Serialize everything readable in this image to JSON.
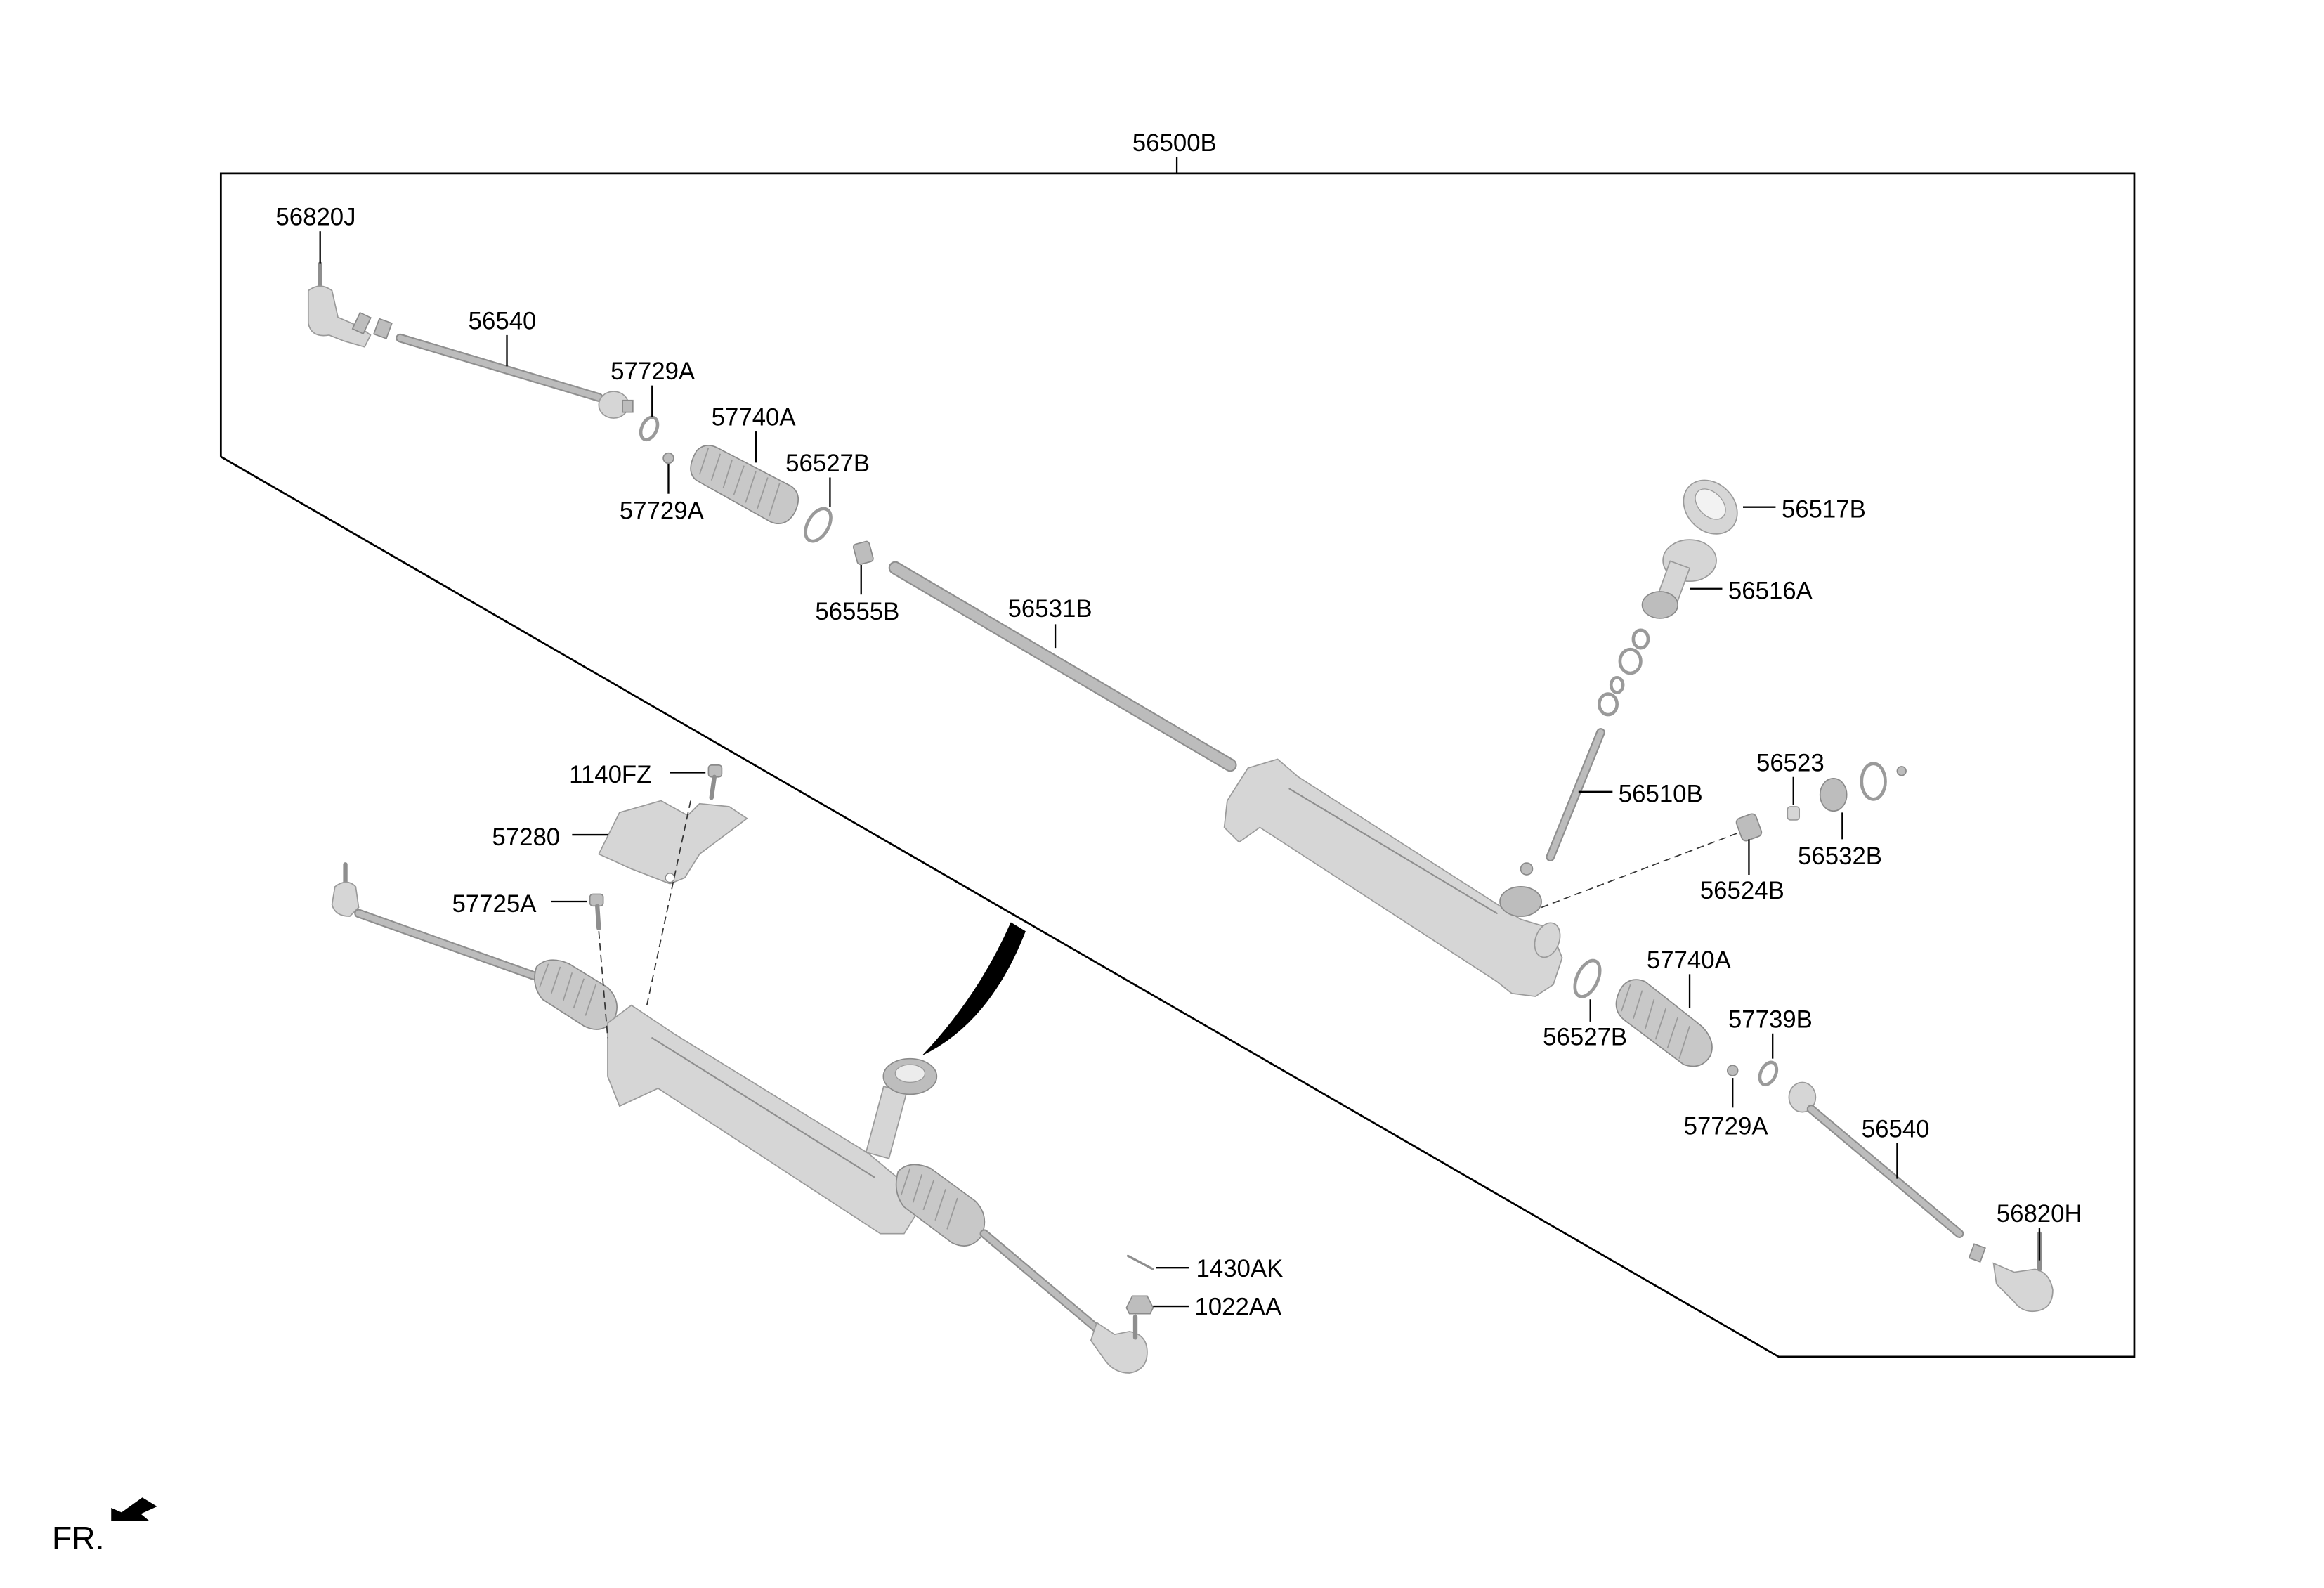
{
  "diagram": {
    "title": "Steering Gear Box Assembly (exploded view)",
    "assembly_label": "56500B",
    "direction_indicator": "FR.",
    "callouts": {
      "assembly": "56500B",
      "tie_rod_end_left": "56820J",
      "inner_tie_rod_left": "56540",
      "lock_washer_left_top": "57729A",
      "bellows_left": "57740A",
      "clip_left": "57729A",
      "band_left": "56527B",
      "rack_bushing": "56555B",
      "rack": "56531B",
      "dust_cover": "56517B",
      "pinion_housing": "56516A",
      "pinion": "56510B",
      "spring": "56523",
      "yoke_plug": "56532B",
      "support_yoke": "56524B",
      "band_right": "56527B",
      "bellows_right": "57740A",
      "lock_washer_right": "57739B",
      "clip_right": "57729A",
      "inner_tie_rod_right": "56540",
      "tie_rod_end_right": "56820H",
      "bolt_upper": "1140FZ",
      "heat_protector": "57280",
      "bolt_lower": "57725A",
      "split_pin": "1430AK",
      "castle_nut": "1022AA"
    }
  }
}
